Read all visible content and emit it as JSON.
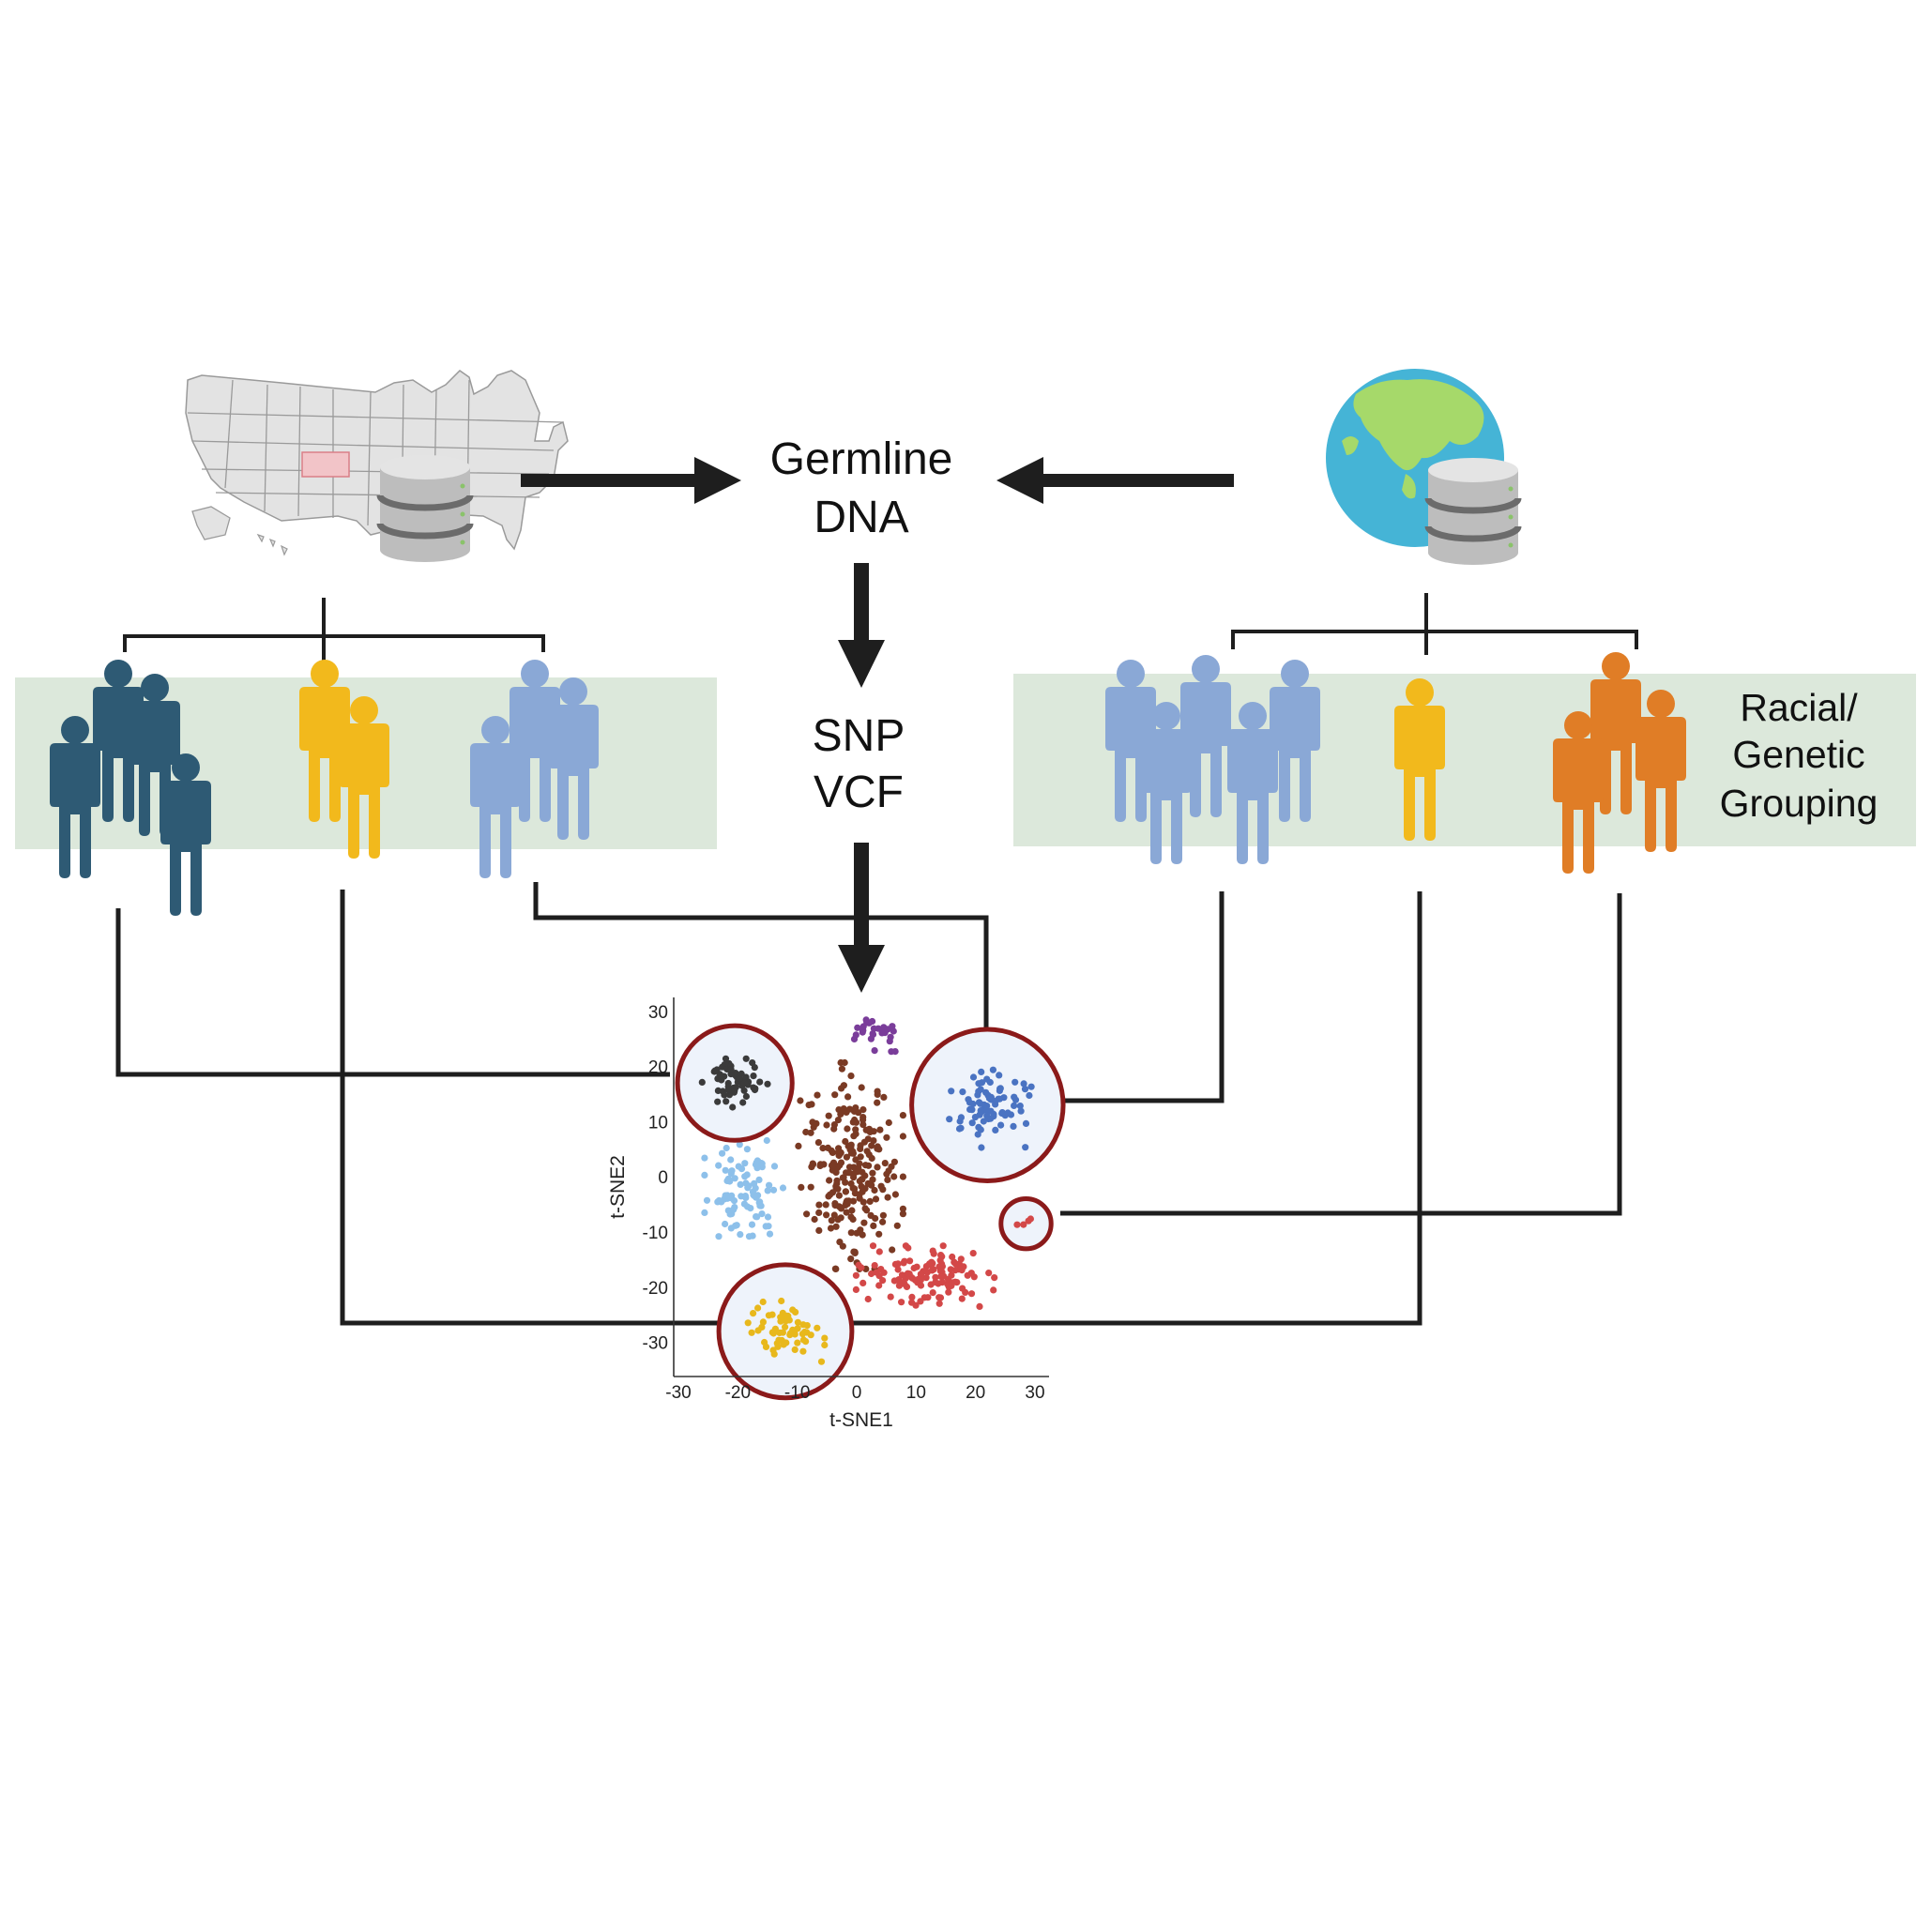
{
  "flow": {
    "germline_line1": "Germline",
    "germline_line2": "DNA",
    "snp_line1": "SNP",
    "snp_line2": "VCF"
  },
  "grouping_label": [
    "Racial/",
    "Genetic",
    "Grouping"
  ],
  "colors": {
    "dark_teal": "#2e5a74",
    "gold": "#f2b91c",
    "light_blue": "#8aa8d6",
    "orange": "#e07d26",
    "band": "#dce8db",
    "circle": "#8b1a1a",
    "line": "#1e1e1e"
  },
  "chart_data": {
    "type": "scatter",
    "xlabel": "t-SNE1",
    "ylabel": "t-SNE2",
    "xlim": [
      -30,
      30
    ],
    "ylim": [
      -35,
      32
    ],
    "xticks": [
      "-30",
      "-20",
      "-10",
      "0",
      "10",
      "20",
      "30"
    ],
    "yticks": [
      "30",
      "20",
      "10",
      "0",
      "-10",
      "-20",
      "-30"
    ],
    "clusters": [
      {
        "color": "#3b3b3b",
        "center": [
          -20.5,
          17
        ],
        "spread": [
          5,
          4
        ],
        "count": 60,
        "circled": true
      },
      {
        "color": "#7a3d9a",
        "center": [
          4,
          26
        ],
        "spread": [
          4,
          3
        ],
        "count": 28,
        "circled": false
      },
      {
        "color": "#4a73c2",
        "center": [
          22,
          13
        ],
        "spread": [
          7,
          7
        ],
        "count": 80,
        "circled": true
      },
      {
        "color": "#8dc0ea",
        "center": [
          -19,
          -2
        ],
        "spread": [
          6,
          8
        ],
        "count": 90,
        "circled": false
      },
      {
        "color": "#7a3a24",
        "center": [
          -1,
          2
        ],
        "spread": [
          8,
          17
        ],
        "count": 230,
        "circled": false
      },
      {
        "color": "#d34848",
        "center": [
          12,
          -18
        ],
        "spread": [
          11,
          5
        ],
        "count": 120,
        "circled": false
      },
      {
        "color": "#d34848",
        "center": [
          28.5,
          -8.5
        ],
        "spread": [
          1.5,
          1
        ],
        "count": 4,
        "circled": true
      },
      {
        "color": "#e8b81c",
        "center": [
          -12,
          -28
        ],
        "spread": [
          6,
          5
        ],
        "count": 60,
        "circled": true
      }
    ]
  }
}
